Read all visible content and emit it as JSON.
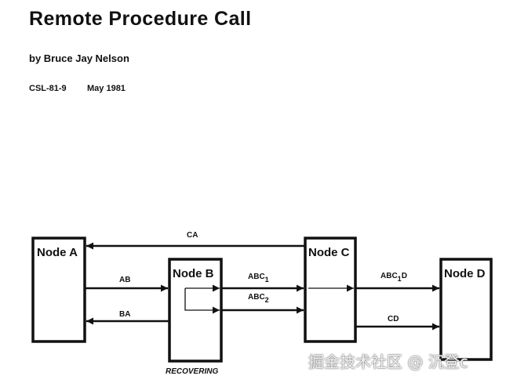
{
  "document": {
    "title": "Remote Procedure Call",
    "author": "by Bruce Jay Nelson",
    "report_number": "CSL-81-9",
    "date": "May 1981"
  },
  "diagram": {
    "nodes": {
      "a": "Node A",
      "b": "Node B",
      "c": "Node C",
      "d": "Node D"
    },
    "node_b_status": "RECOVERING",
    "edges": {
      "ca": "CA",
      "ab": "AB",
      "ba": "BA",
      "abc1": {
        "base": "ABC",
        "sub": "1"
      },
      "abc2": {
        "base": "ABC",
        "sub": "2"
      },
      "abc1d": {
        "base": "ABC",
        "sub": "1",
        "tail": "D"
      },
      "cd": "CD"
    }
  },
  "watermark": "掘金技术社区 @ 沉登c"
}
